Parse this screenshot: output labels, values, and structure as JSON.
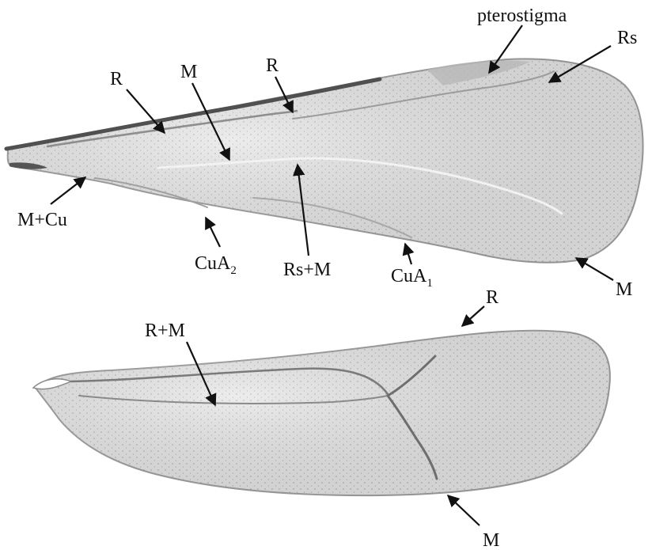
{
  "figure": {
    "forewing": {
      "labels": {
        "pterostigma": "pterostigma",
        "rs": "Rs",
        "r_basal": "R",
        "m_basal": "M",
        "r_mid": "R",
        "m_cu": "M+Cu",
        "cua2_main": "CuA",
        "cua2_sub": "2",
        "rs_m": "Rs+M",
        "cua1_main": "CuA",
        "cua1_sub": "1",
        "m_apex": "M"
      }
    },
    "hindwing": {
      "labels": {
        "r": "R",
        "r_m": "R+M",
        "m": "M"
      }
    },
    "colors": {
      "wing_fill": "#e4e4e4",
      "wing_edge": "#8a8a8a",
      "vein_dark": "#6e6e6e",
      "label_ink": "#111111"
    }
  }
}
